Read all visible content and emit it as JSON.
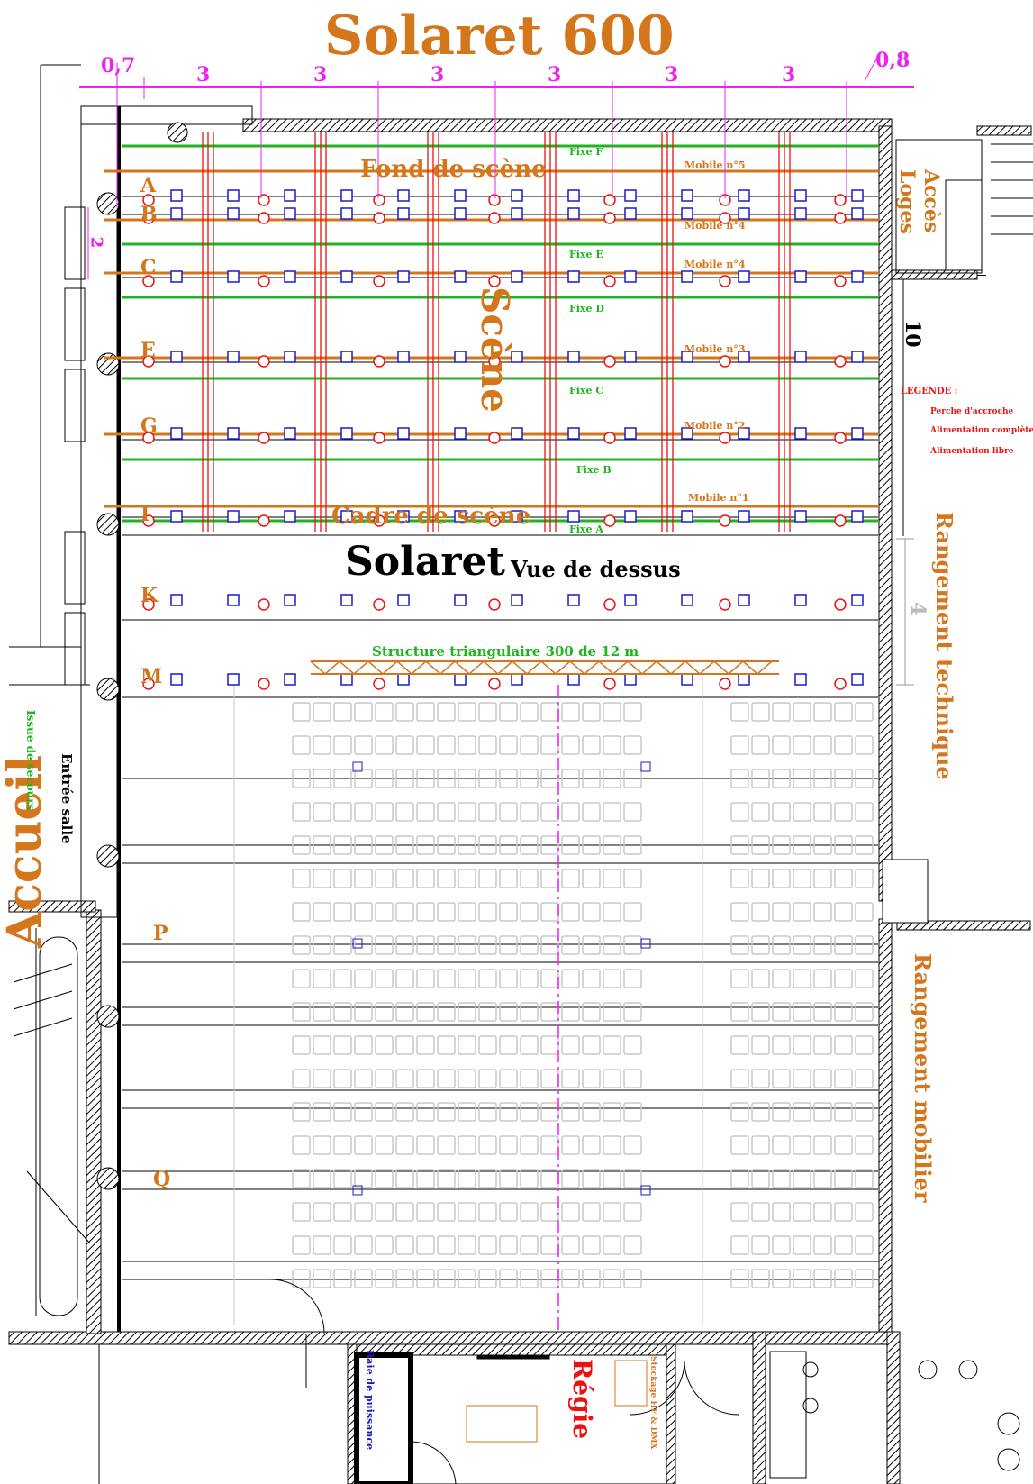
{
  "title": "Solaret 600",
  "subtitle_main": "Solaret",
  "subtitle_sub": "Vue de dessus",
  "dims": {
    "left": "0,7",
    "right": "0,8",
    "span": [
      "3",
      "3",
      "3",
      "3",
      "3",
      "3"
    ],
    "depth_right": "10",
    "depth_tech": "4",
    "ab_gap": "2"
  },
  "labels": {
    "fond": "Fond de scène",
    "scene": "Scène",
    "cadre": "Cadre de scène",
    "acces": "Accès",
    "loges": "Loges",
    "rangement_technique": "Rangement technique",
    "rangement_mobilier": "Rangement mobilier",
    "accueil": "Accueil",
    "entree": "Entrée salle",
    "sortie": "Issue de secours",
    "regie": "Régie",
    "structure": "Structure triangulaire 300 de 12 m",
    "baie": "Baie de puissance",
    "rideau": "Stockage HF & DMX"
  },
  "rows": [
    "A",
    "B",
    "C",
    "E",
    "G",
    "I",
    "K",
    "M",
    "P",
    "Q"
  ],
  "fixes": [
    "Fixe F",
    "Fixe E",
    "Fixe D",
    "Fixe C",
    "Fixe B",
    "Fixe A"
  ],
  "mobiles": [
    "Mobile n°5",
    "Mobile n°4",
    "Mobile n°4",
    "Mobile n°3",
    "Mobile n°2",
    "Mobile n°1"
  ],
  "legend": {
    "title": "LEGENDE :",
    "items": [
      "Perche d'accroche",
      "Alimentation complète",
      "Alimentation libre"
    ]
  },
  "colors": {
    "orange": "#d4761b",
    "green": "#1fb51f",
    "magenta": "#ee22ee",
    "red": "#ee1111",
    "blue": "#1a1acc",
    "grey": "#c8c8c8"
  }
}
